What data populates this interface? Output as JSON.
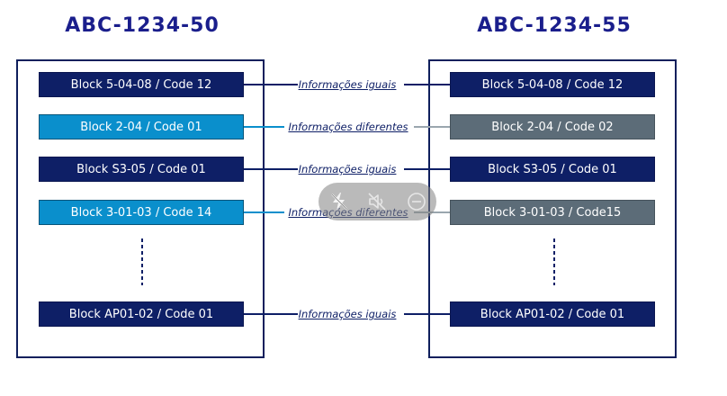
{
  "left": {
    "title": "ABC-1234-50",
    "blocks": [
      {
        "label": "Block 5-04-08 / Code 12"
      },
      {
        "label": "Block 2-04 / Code 01"
      },
      {
        "label": "Block S3-05 / Code 01"
      },
      {
        "label": "Block 3-01-03 / Code 14"
      },
      {
        "label": "Block AP01-02 / Code 01"
      }
    ]
  },
  "right": {
    "title": "ABC-1234-55",
    "blocks": [
      {
        "label": "Block 5-04-08 / Code 12"
      },
      {
        "label": "Block 2-04 / Code 02"
      },
      {
        "label": "Block S3-05 / Code 01"
      },
      {
        "label": "Block 3-01-03 / Code15"
      },
      {
        "label": "Block AP01-02 / Code 01"
      }
    ]
  },
  "comparisons": [
    {
      "label": "Informações iguais",
      "status": "same"
    },
    {
      "label": "Informações diferentes",
      "status": "different"
    },
    {
      "label": "Informações iguais",
      "status": "same"
    },
    {
      "label": "Informações diferentes",
      "status": "different"
    },
    {
      "label": "Informações iguais",
      "status": "same"
    }
  ],
  "colors": {
    "title": "#1a1e8c",
    "navy": "#0e1f66",
    "cyan": "#0a8fcc",
    "grey": "#5c6c78",
    "connector_same": "#0e1f66",
    "connector_diff_left": "#0a8fcc",
    "connector_diff_right": "#9aa6ae"
  },
  "overlay": {
    "icons": [
      "flash-off-icon",
      "mute-icon",
      "minus-circle-icon"
    ]
  }
}
